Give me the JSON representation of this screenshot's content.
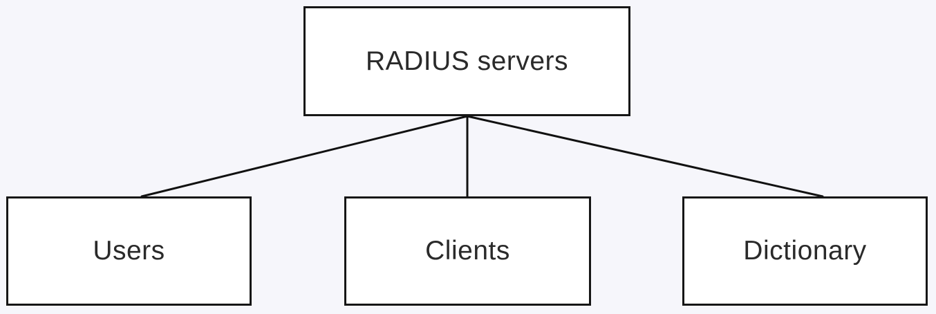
{
  "diagram": {
    "root": {
      "label": "RADIUS servers"
    },
    "children": [
      {
        "label": "Users"
      },
      {
        "label": "Clients"
      },
      {
        "label": "Dictionary"
      }
    ]
  },
  "colors": {
    "background": "#f6f6fb",
    "box_fill": "#ffffff",
    "border": "#161616",
    "text": "#2a2a2a"
  }
}
